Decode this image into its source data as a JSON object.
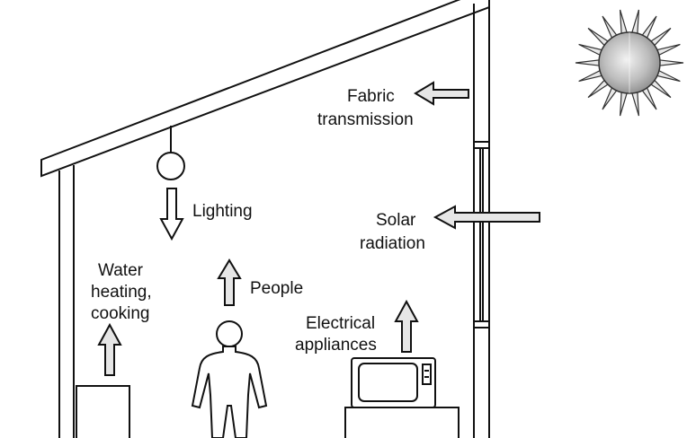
{
  "labels": {
    "fabric_line1": "Fabric",
    "fabric_line2": "transmission",
    "solar_line1": "Solar",
    "solar_line2": "radiation",
    "lighting": "Lighting",
    "water_line1": "Water",
    "water_line2": "heating,",
    "water_line3": "cooking",
    "people": "People",
    "electrical_line1": "Electrical",
    "electrical_line2": "appliances"
  },
  "icons": {
    "sun": "sun-icon",
    "lamp": "light-bulb-icon",
    "person": "person-icon",
    "tv": "television-icon"
  }
}
